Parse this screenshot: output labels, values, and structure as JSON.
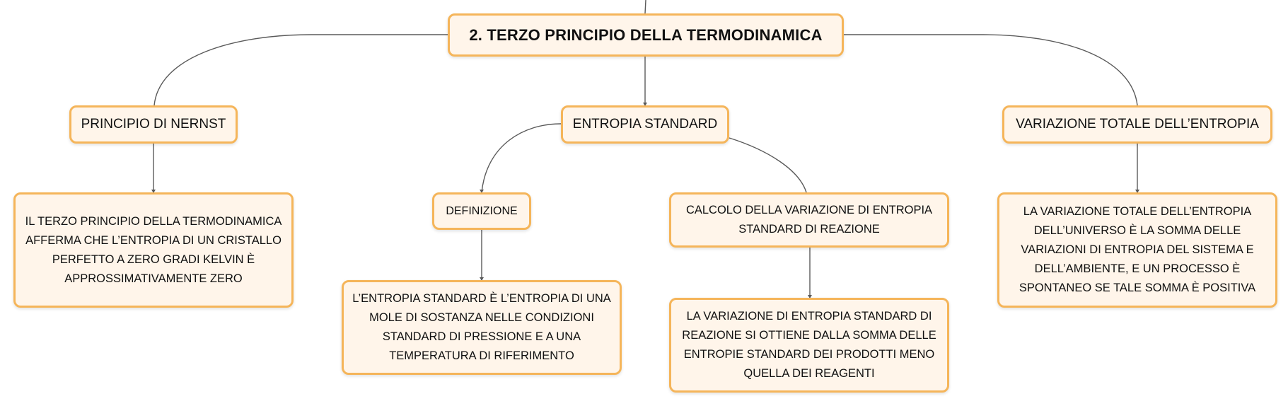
{
  "root": {
    "label": "2. TERZO PRINCIPIO DELLA TERMODINAMICA"
  },
  "branches": {
    "nernst": {
      "label": "PRINCIPIO DI NERNST",
      "detail": "IL TERZO PRINCIPIO DELLA TERMODINAMICA AFFERMA CHE L’ENTROPIA DI UN CRISTALLO PERFETTO A ZERO GRADI KELVIN È APPROSSIMATIVAMENTE ZERO"
    },
    "standard": {
      "label": "ENTROPIA STANDARD",
      "definition": {
        "label": "DEFINIZIONE",
        "detail": "L’ENTROPIA STANDARD È L’ENTROPIA DI UNA MOLE DI SOSTANZA NELLE CONDIZIONI STANDARD DI PRESSIONE E A UNA TEMPERATURA DI RIFERIMENTO"
      },
      "calculation": {
        "label": "CALCOLO DELLA VARIAZIONE DI ENTROPIA STANDARD DI REAZIONE",
        "detail": "LA VARIAZIONE DI ENTROPIA STANDARD DI REAZIONE SI OTTIENE DALLA SOMMA DELLE ENTROPIE STANDARD DEI PRODOTTI MENO QUELLA DEI REAGENTI"
      }
    },
    "total": {
      "label": "VARIAZIONE TOTALE DELL’ENTROPIA",
      "detail": "LA VARIAZIONE TOTALE DELL’ENTROPIA DELL’UNIVERSO È LA SOMMA DELLE VARIAZIONI DI ENTROPIA DEL SISTEMA E DELL’AMBIENTE, E UN PROCESSO È SPONTANEO SE TALE SOMMA È POSITIVA"
    }
  },
  "colors": {
    "node_fill": "#fff5ea",
    "node_border": "#f5b55a",
    "connector": "#5a5a5a",
    "text": "#111111"
  }
}
